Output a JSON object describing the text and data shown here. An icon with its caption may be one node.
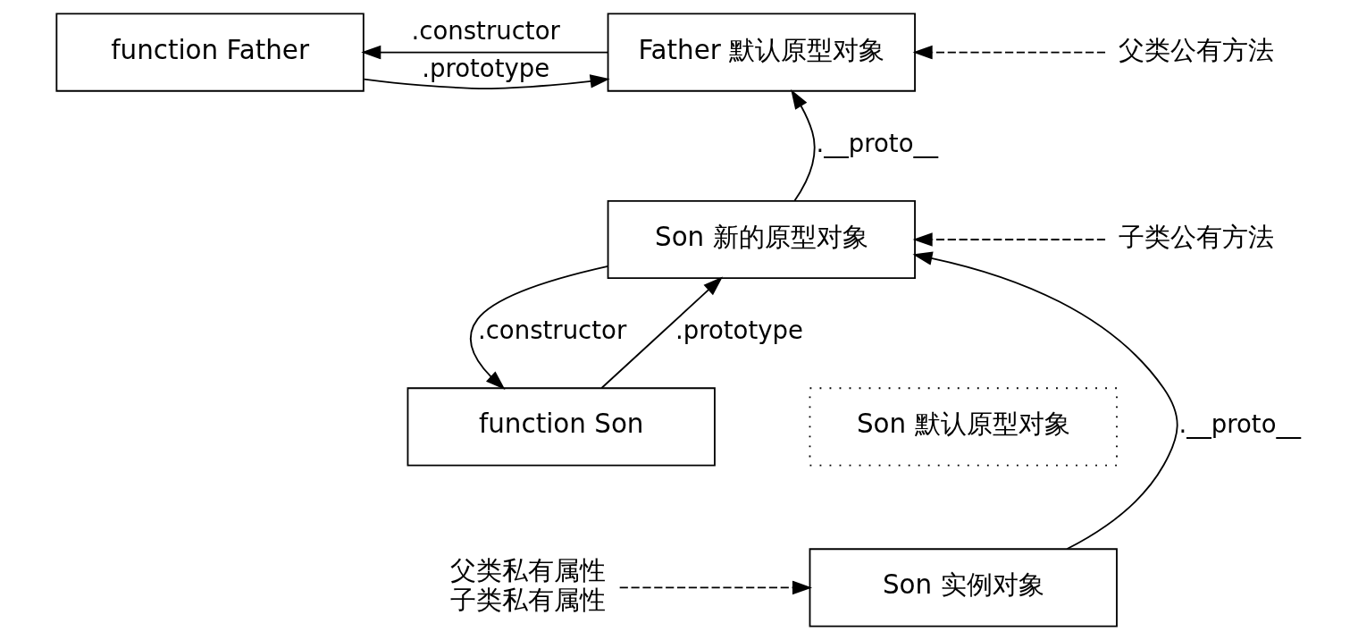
{
  "diagram": {
    "nodes": [
      {
        "text": [
          "function Father"
        ]
      },
      {
        "text": [
          "Father 默认原型对象"
        ]
      },
      {
        "text": [
          "父类公有方法"
        ]
      },
      {
        "text": [
          "Son 新的原型对象"
        ]
      },
      {
        "text": [
          "子类公有方法"
        ]
      },
      {
        "text": [
          "function Son"
        ]
      },
      {
        "text": [
          "Son 默认原型对象"
        ]
      },
      {
        "text": [
          "Son 实例对象"
        ]
      },
      {
        "text": [
          "父类私有属性",
          "子类私有属性"
        ]
      }
    ],
    "edges": [
      {
        "from": 1,
        "to": 0,
        "arrow": "to",
        "label": ".constructor"
      },
      {
        "from": 0,
        "to": 1,
        "arrow": "to",
        "label": ".prototype"
      },
      {
        "from": 2,
        "to": 1,
        "arrow": "to",
        "style": "dashed"
      },
      {
        "from": 3,
        "to": 1,
        "arrow": "to",
        "label": ".__proto__"
      },
      {
        "from": 5,
        "to": 3,
        "arrow": "to",
        "label": ".prototype"
      },
      {
        "from": 3,
        "to": 5,
        "arrow": "to",
        "label": ".constructor"
      },
      {
        "from": 4,
        "to": 3,
        "arrow": "to",
        "style": "dashed"
      },
      {
        "from": 7,
        "to": 3,
        "arrow": "to",
        "label": ".__proto__"
      },
      {
        "from": 8,
        "to": 7,
        "arrow": "to",
        "style": "dashed"
      }
    ]
  }
}
